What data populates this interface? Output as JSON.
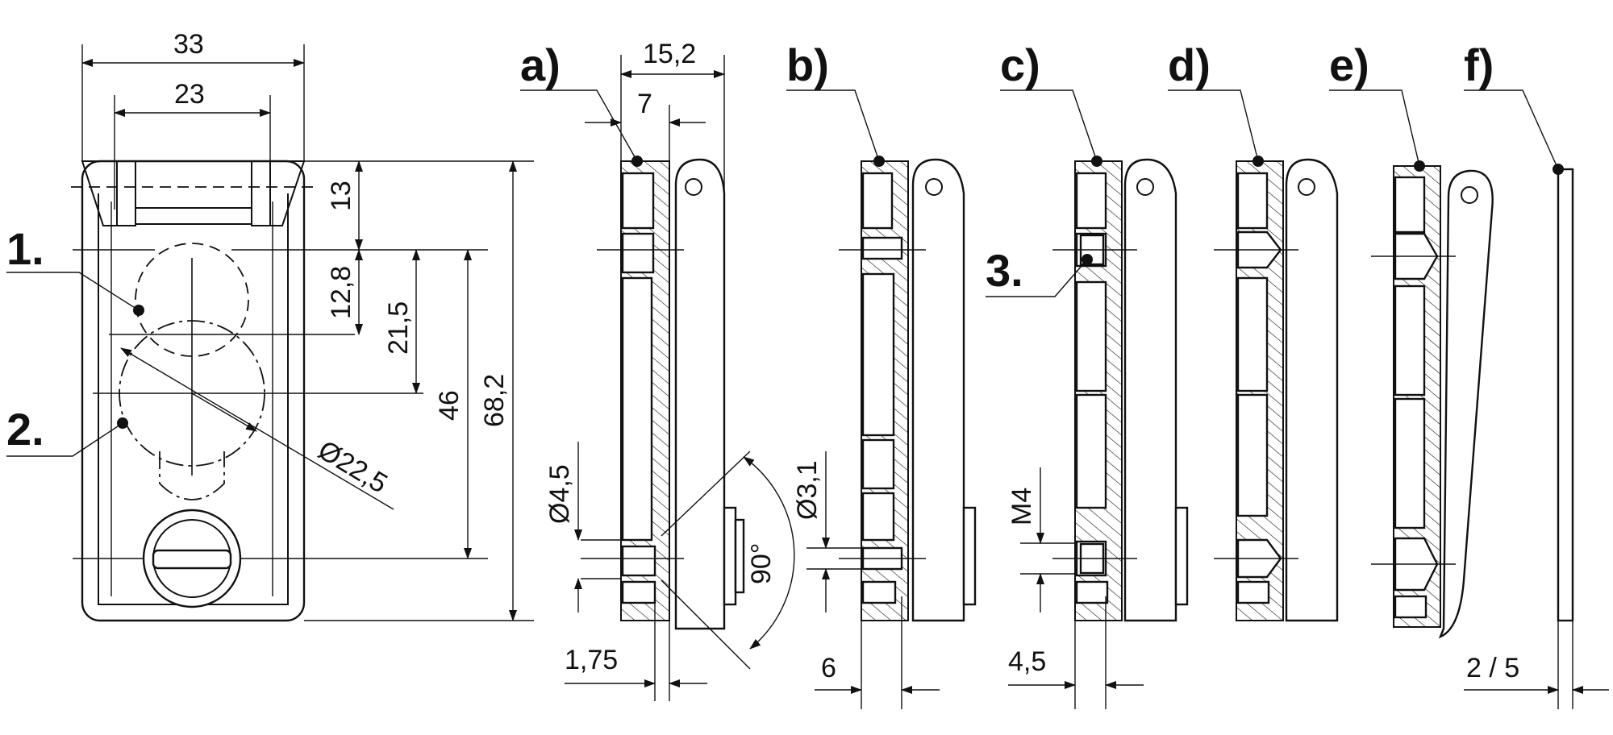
{
  "view_labels": {
    "a": "a)",
    "b": "b)",
    "c": "c)",
    "d": "d)",
    "e": "e)",
    "f": "f)"
  },
  "callouts": {
    "one": "1.",
    "two": "2.",
    "three": "3."
  },
  "dims": {
    "w33": "33",
    "w23": "23",
    "h13": "13",
    "h12_8": "12,8",
    "h21_5": "21,5",
    "h46": "46",
    "h68_2": "68,2",
    "dia22_5": "Ø22,5",
    "a_15_2": "15,2",
    "a_7": "7",
    "a_dia4_5": "Ø4,5",
    "a_90": "90°",
    "a_1_75": "1,75",
    "b_dia3_1": "Ø3,1",
    "b_6": "6",
    "c_m4": "M4",
    "c_4_5": "4,5",
    "f_2_5": "2 / 5"
  },
  "colors": {
    "ink": "#111111",
    "paper": "#ffffff"
  }
}
